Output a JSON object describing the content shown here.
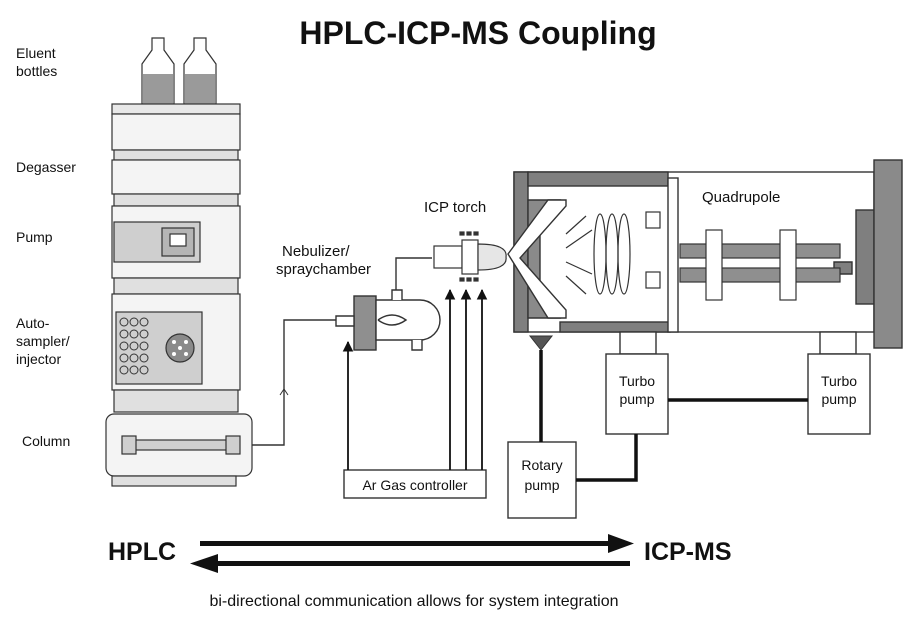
{
  "title": "HPLC-ICP-MS Coupling",
  "hplc": {
    "eluent_line1": "Eluent",
    "eluent_line2": "bottles",
    "degasser": "Degasser",
    "pump": "Pump",
    "autosampler_line1": "Auto-",
    "autosampler_line2": "sampler/",
    "autosampler_line3": "injector",
    "column": "Column"
  },
  "interface": {
    "nebulizer_line1": "Nebulizer/",
    "nebulizer_line2": "spraychamber",
    "icp_torch": "ICP torch",
    "ar_gas": "Ar Gas controller"
  },
  "ms": {
    "quadrupole": "Quadrupole",
    "turbo1_line1": "Turbo",
    "turbo1_line2": "pump",
    "turbo2_line1": "Turbo",
    "turbo2_line2": "pump",
    "rotary_line1": "Rotary",
    "rotary_line2": "pump"
  },
  "bottom": {
    "left": "HPLC",
    "right": "ICP-MS",
    "caption": "bi-directional communication allows for system integration"
  }
}
